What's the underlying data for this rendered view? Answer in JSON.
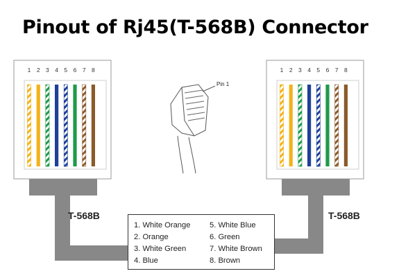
{
  "title": "Pinout of Rj45(T-568B) Connector",
  "pin_numbers": [
    "1",
    "2",
    "3",
    "4",
    "5",
    "6",
    "7",
    "8"
  ],
  "left_standard_label": "T-568B",
  "right_standard_label": "T-568B",
  "pin1_label": "Pin 1",
  "wires": [
    {
      "pin": 1,
      "name": "White Orange",
      "color": "#f2b31b",
      "striped": true
    },
    {
      "pin": 2,
      "name": "Orange",
      "color": "#f2b31b",
      "striped": false
    },
    {
      "pin": 3,
      "name": "White Green",
      "color": "#1e9a4a",
      "striped": true
    },
    {
      "pin": 4,
      "name": "Blue",
      "color": "#1f3f99",
      "striped": false
    },
    {
      "pin": 5,
      "name": "White Blue",
      "color": "#1f3f99",
      "striped": true
    },
    {
      "pin": 6,
      "name": "Green",
      "color": "#1e9a4a",
      "striped": false
    },
    {
      "pin": 7,
      "name": "White Brown",
      "color": "#8b5a2b",
      "striped": true
    },
    {
      "pin": 8,
      "name": "Brown",
      "color": "#8b5a2b",
      "striped": false
    }
  ],
  "legend": [
    {
      "text": "1. White Orange"
    },
    {
      "text": "2. Orange"
    },
    {
      "text": "3. White Green"
    },
    {
      "text": "4. Blue"
    },
    {
      "text": "5. White Blue"
    },
    {
      "text": "6. Green"
    },
    {
      "text": "7. White Brown"
    },
    {
      "text": "8. Brown"
    }
  ],
  "colors": {
    "plug_frame": "#888888",
    "cable": "#888888",
    "text": "#222222"
  }
}
